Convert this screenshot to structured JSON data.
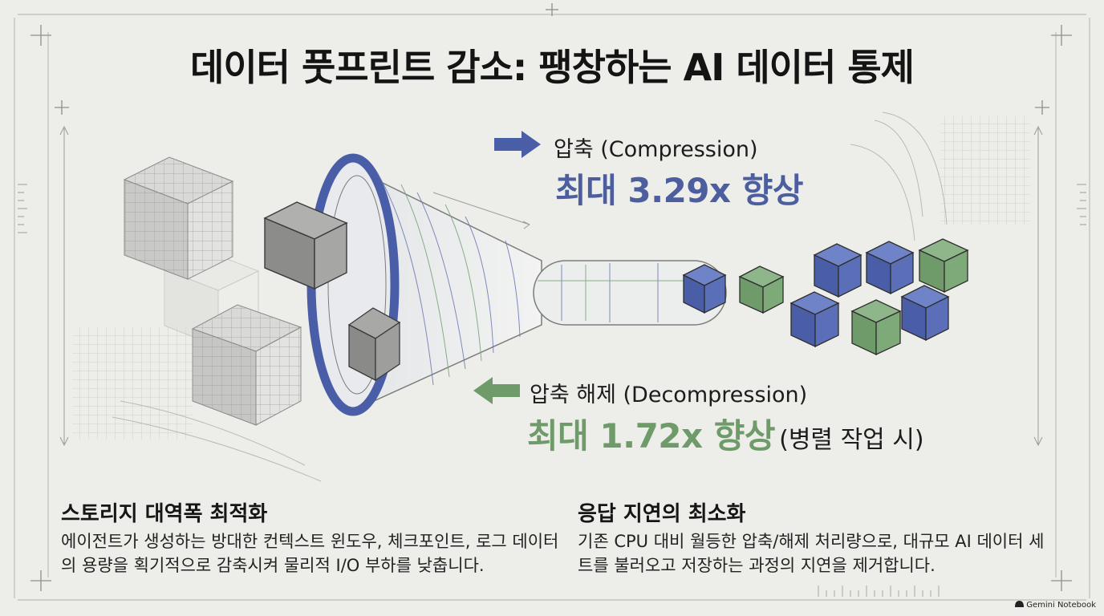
{
  "title": "데이터 풋프린트 감소: 팽창하는 AI 데이터 통제",
  "compression": {
    "label": "압축 (Compression)",
    "value": "최대 3.29x 향상",
    "color": "#4c5e9e"
  },
  "decompression": {
    "label": "압축 해제 (Decompression)",
    "value": "최대 1.72x 향상",
    "note": "(병렬 작업 시)",
    "color": "#6f9a6a"
  },
  "cards": [
    {
      "title": "스토리지 대역폭 최적화",
      "body": "에이전트가 생성하는 방대한 컨텍스트 윈도우, 체크포인트, 로그 데이터의 용량을 획기적으로 감축시켜 물리적 I/O 부하를 낮춥니다."
    },
    {
      "title": "응답 지연의 최소화",
      "body": "기존 CPU 대비 월등한 압축/해제 처리량으로, 대규모 AI 데이터 세트를 불러오고 저장하는 과정의 지연을 제거합니다."
    }
  ],
  "badge": "Gemini Notebook",
  "colors": {
    "background": "#edeee9",
    "blue": "#4a5ea8",
    "green": "#6f9a6a",
    "gray": "#9a9a9a"
  },
  "icons": {
    "compression_arrow": "arrow-right-icon",
    "decompression_arrow": "arrow-left-icon",
    "badge": "gemini-logo-icon"
  }
}
